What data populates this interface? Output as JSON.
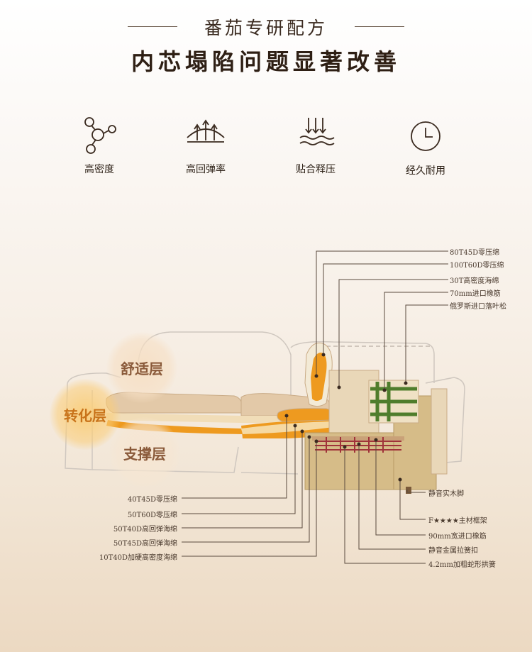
{
  "header": {
    "subtitle": "番茄专研配方",
    "title": "内芯塌陷问题显著改善"
  },
  "features": [
    {
      "icon": "molecule-icon",
      "label": "高密度"
    },
    {
      "icon": "rebound-arrows-icon",
      "label": "高回弹率"
    },
    {
      "icon": "pressure-relief-icon",
      "label": "贴合释压"
    },
    {
      "icon": "clock-icon",
      "label": "经久耐用"
    }
  ],
  "layers": {
    "comfort": "舒适层",
    "transition": "转化层",
    "support": "支撑层"
  },
  "callouts_right_top": [
    "80T45D零压绵",
    "100T60D零压绵",
    "30T高密度海绵",
    "70mm进口橡筋",
    "俄罗斯进口落叶松"
  ],
  "callouts_left": [
    "40T45D零压绵",
    "50T60D零压绵",
    "50T40D高回弹海绵",
    "50T45D高回弹海绵",
    "10T40D加硬高密度海绵"
  ],
  "callouts_right_bottom": [
    "静音实木脚",
    "F★★★★主材框架",
    "90mm宽进口橡筋",
    "静音金属拉簧扣",
    "4.2mm加粗蛇形拱簧"
  ],
  "colors": {
    "orange": "#ee9a1f",
    "wood": "#d6bc88",
    "green": "#4f7d2c",
    "red_mesh": "#a0333a",
    "text_dark": "#2e1f14"
  }
}
